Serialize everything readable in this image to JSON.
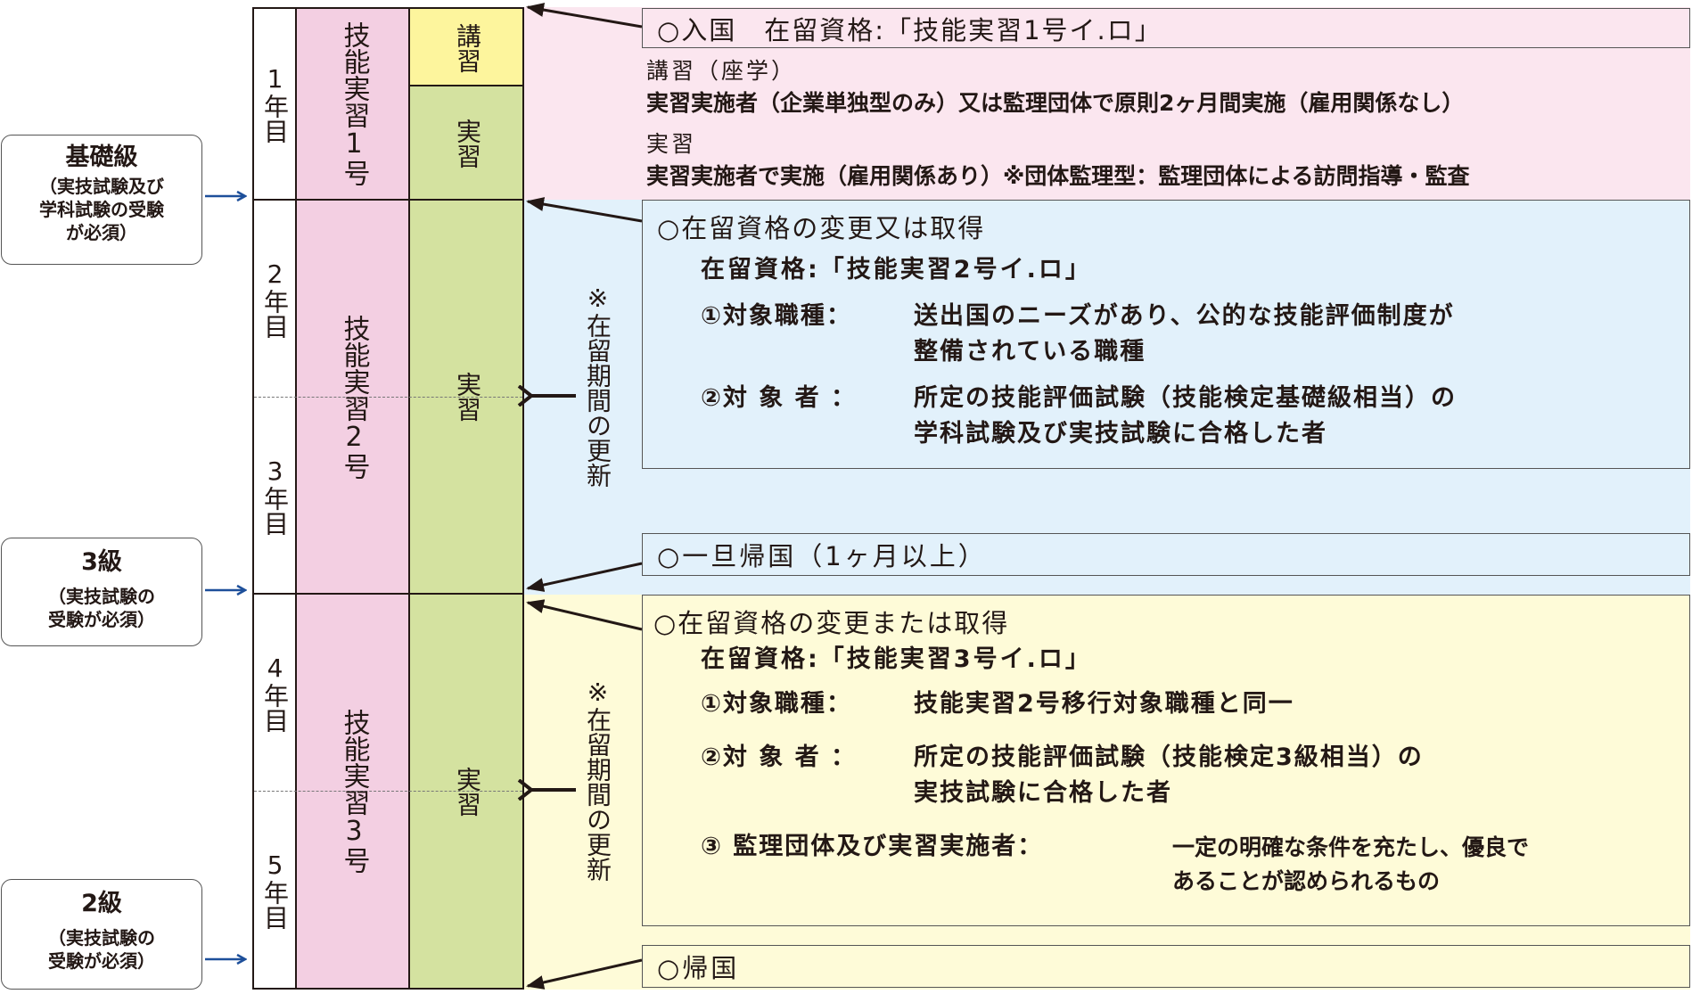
{
  "colors": {
    "pink_band": "#fbe6ef",
    "blue_band": "#e2f1fb",
    "yellow_band": "#fefbd8",
    "pink_col": "#f3cfe2",
    "green_col": "#d4e2a0",
    "yellow_cell": "#fdf59d",
    "arrow_blue": "#1d4f9a",
    "border": "#231815"
  },
  "levels": [
    {
      "title": "基礎級",
      "note": [
        "（実技試験及び",
        "学科試験の受験",
        "が必須）"
      ]
    },
    {
      "title": "3級",
      "note": [
        "（実技試験の",
        "受験が必須）"
      ]
    },
    {
      "title": "2級",
      "note": [
        "（実技試験の",
        "受験が必須）"
      ]
    }
  ],
  "years": [
    "1年目",
    "2年目",
    "3年目",
    "4年目",
    "5年目"
  ],
  "programs": [
    "技能実習1号",
    "技能実習2号",
    "技能実習3号"
  ],
  "phases": {
    "lecture": "講習",
    "practice": "実習"
  },
  "renewal_note": "※在留期間の更新",
  "stage1": {
    "header": "○入国　在留資格:「技能実習1号イ.ロ」",
    "lecture_label": "講習（座学）",
    "lecture_text": "実習実施者（企業単独型のみ）又は監理団体で原則2ヶ月間実施（雇用関係なし）",
    "practice_label": "実習",
    "practice_text": "実習実施者で実施（雇用関係あり）※団体監理型：監理団体による訪問指導・監査"
  },
  "stage2": {
    "header": "○在留資格の変更又は取得",
    "status": "在留資格:「技能実習2号イ.ロ」",
    "item1_label": "①対象職種：",
    "item1_text": [
      "送出国のニーズがあり、公的な技能評価制度が",
      "整備されている職種"
    ],
    "item2_label": "②対 象 者 ：",
    "item2_text": [
      "所定の技能評価試験（技能検定基礎級相当）の",
      "学科試験及び実技試験に合格した者"
    ]
  },
  "return_temp": "○一旦帰国（1ヶ月以上）",
  "stage3": {
    "header": "○在留資格の変更または取得",
    "status": "在留資格:「技能実習3号イ.ロ」",
    "item1_label": "①対象職種：",
    "item1_text": "技能実習2号移行対象職種と同一",
    "item2_label": "②対 象 者 ：",
    "item2_text": [
      "所定の技能評価試験（技能検定3級相当）の",
      "実技試験に合格した者"
    ],
    "item3_label": "③ 監理団体及び実習実施者：",
    "item3_text": [
      "一定の明確な条件を充たし、優良で",
      "あることが認められるもの"
    ]
  },
  "return_final": "○帰国"
}
